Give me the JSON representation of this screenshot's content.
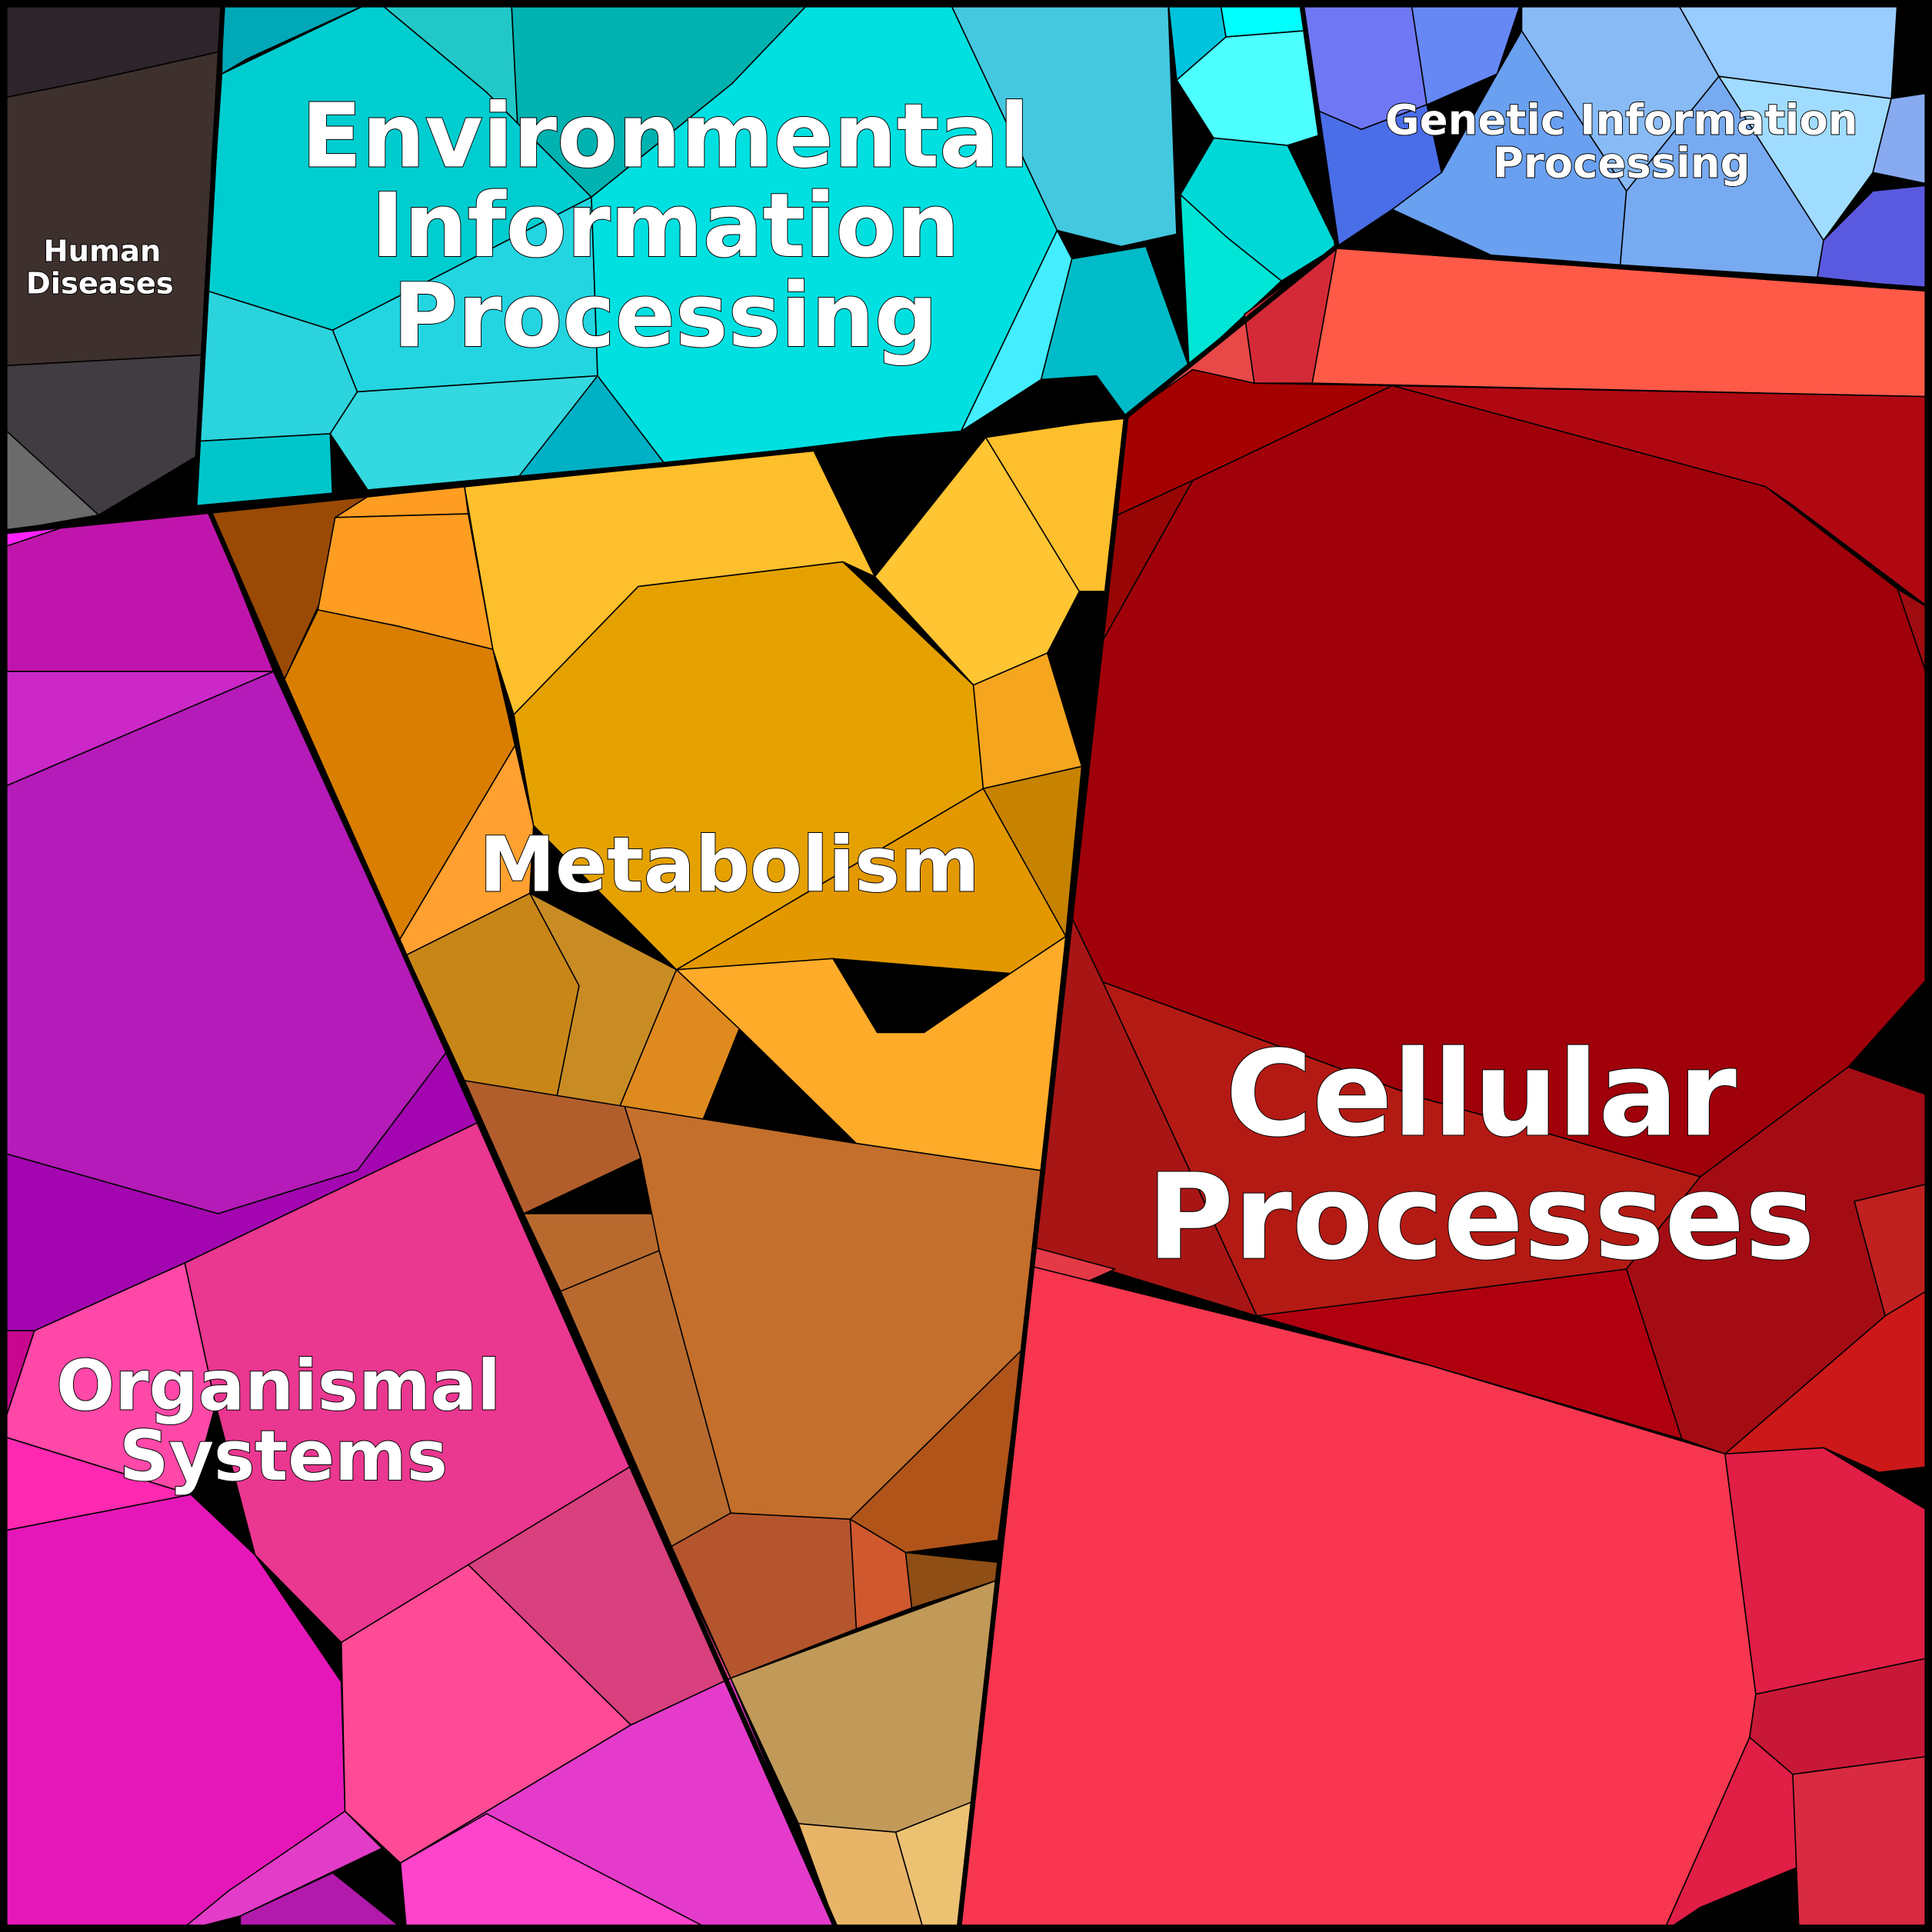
{
  "title": "Pathway Voronoi treemap",
  "regions": {
    "environmental": {
      "line1": "Environmental",
      "line2": "Information",
      "line3": "Processing",
      "color": "#00d4d8"
    },
    "genetic": {
      "line1": "Genetic Information",
      "line2": "Processing",
      "color": "#6a9af0"
    },
    "human": {
      "line1": "Human",
      "line2": "Diseases",
      "color": "#3a3035"
    },
    "metabolism": {
      "line1": "Metabolism",
      "color": "#e5a100"
    },
    "cellular": {
      "line1": "Cellular",
      "line2": "Processes",
      "color": "#a0000a"
    },
    "organismal": {
      "line1": "Organismal",
      "line2": "Systems",
      "color": "#b41bb8"
    }
  }
}
